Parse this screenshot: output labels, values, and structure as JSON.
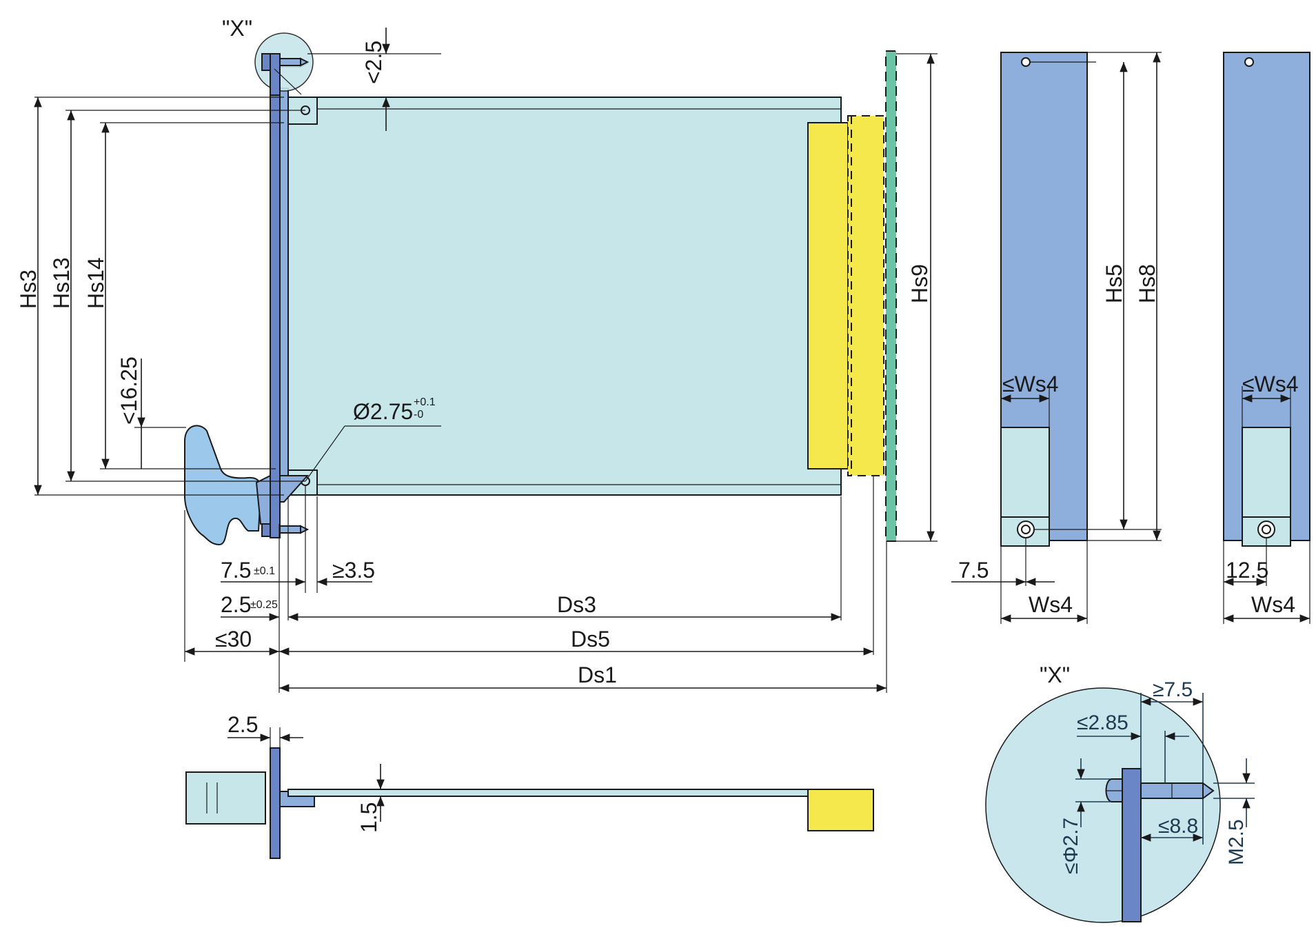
{
  "colors": {
    "pcb": "#c6e6ea",
    "front_panel": "#6b86c6",
    "connector": "#f4e84c",
    "backplane": "#6cc4a6",
    "panel_face": "#8eaedc",
    "handle": "#9cc8ec",
    "detail_circle": "#c8e6ec",
    "ink": "#1a1a1a"
  },
  "detail": {
    "marker_top": "\"X\"",
    "marker_detail": "\"X\""
  },
  "side_view": {
    "dim_top_clearance": "<2.5",
    "dim_hs3": "Hs3",
    "dim_hs13": "Hs13",
    "dim_hs14": "Hs14",
    "dim_16_25": "<16.25",
    "dim_hole": "Ø2.75",
    "dim_hole_tol_plus": "+0.1",
    "dim_hole_tol_minus": "-0",
    "dim_hs9": "Hs9",
    "dim_7_5": "7.5",
    "dim_7_5_tol": "±0.1",
    "dim_3_5": "≥3.5",
    "dim_2_5": "2.5",
    "dim_2_5_tol": "±0.25",
    "dim_ds3": "Ds3",
    "dim_30": "≤30",
    "dim_ds5": "Ds5",
    "dim_ds1": "Ds1"
  },
  "front_view_a": {
    "dim_hs5": "Hs5",
    "dim_hs8": "Hs8",
    "dim_ws4_top": "≤Ws4",
    "dim_7_5": "7.5",
    "dim_ws4": "Ws4"
  },
  "front_view_b": {
    "dim_ws4_top": "≤Ws4",
    "dim_12_5": "12.5",
    "dim_ws4": "Ws4"
  },
  "top_view": {
    "dim_2_5": "2.5",
    "dim_1_5": "1.5"
  },
  "detail_view": {
    "dim_7_5": "≥7.5",
    "dim_2_85": "≤2.85",
    "dim_8_8": "≤8.8",
    "dim_2_7": "≤Φ2.7",
    "dim_m2_5": "M2.5"
  }
}
